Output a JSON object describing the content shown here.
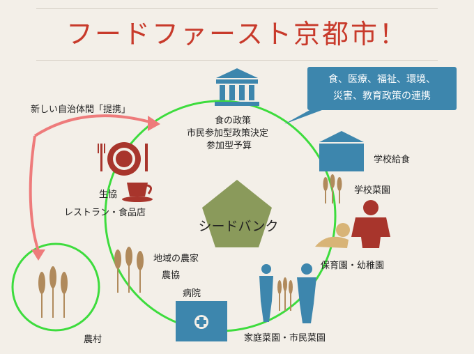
{
  "title": "フードファースト京都市！",
  "callout": {
    "line1": "食、医療、福祉、環境、",
    "line2": "災害、教育政策の連携"
  },
  "arrow_label": "新しい自治体間「提携」",
  "center_label": "シードバンク",
  "nodes": {
    "policy": [
      "食の政策",
      "市民参加型政策決定",
      "参加型予算"
    ],
    "coop": [
      "生協",
      "レストラン・食品店"
    ],
    "farmers": [
      "地域の農家",
      "農協"
    ],
    "hospital": "病院",
    "school_lunch": "学校給食",
    "school_garden": "学校菜園",
    "nursery": "保育園・幼稚園",
    "home_garden": "家庭菜園・市民菜園",
    "village": "農村"
  },
  "colors": {
    "title": "#c83a2b",
    "icon_blue": "#3d86ad",
    "icon_red": "#a8352c",
    "wheat": "#b08a5c",
    "ring_green": "#3ddc3d",
    "arrow_pink": "#ee7b7b",
    "pentagon": "#8a9a5b"
  }
}
